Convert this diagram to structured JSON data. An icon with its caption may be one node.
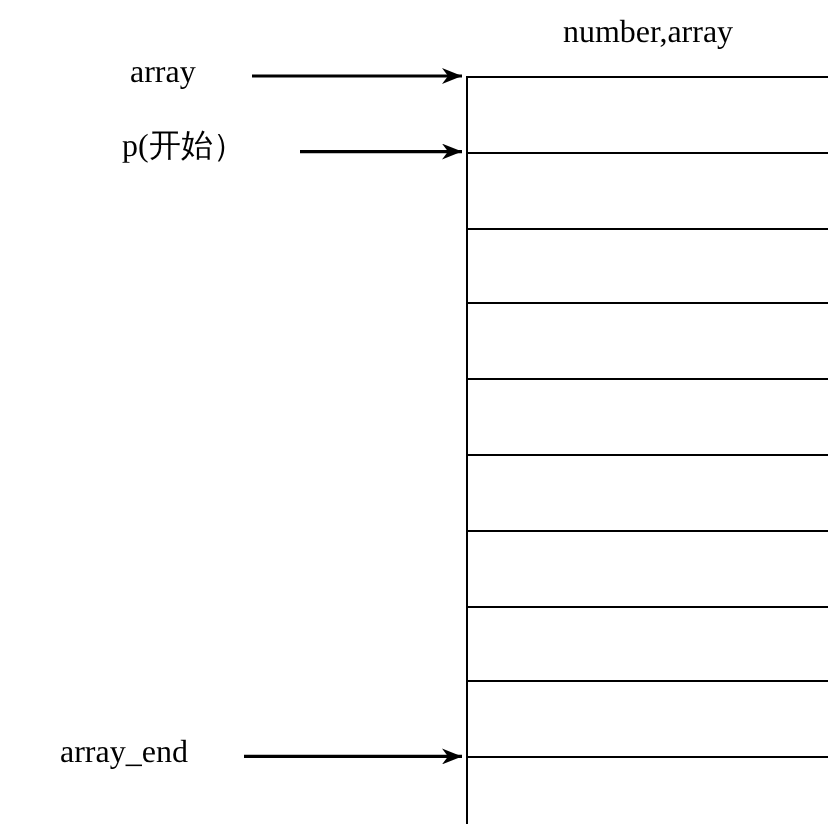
{
  "diagram": {
    "nodes": [
      {
        "text": [
          "array"
        ]
      },
      {
        "text": [
          "p(开始）"
        ]
      },
      {
        "text": [
          "array_end"
        ]
      },
      {
        "text": [
          "number,array"
        ]
      },
      {
        "text": [],
        "shape": "box",
        "in": 3
      },
      {
        "text": [],
        "shape": "box",
        "in": 3
      },
      {
        "text": [],
        "shape": "box",
        "in": 3
      },
      {
        "text": [],
        "shape": "box",
        "in": 3
      },
      {
        "text": [],
        "shape": "box",
        "in": 3
      },
      {
        "text": [],
        "shape": "box",
        "in": 3
      },
      {
        "text": [],
        "shape": "box",
        "in": 3
      },
      {
        "text": [],
        "shape": "box",
        "in": 3
      },
      {
        "text": [],
        "shape": "box",
        "in": 3
      },
      {
        "text": [],
        "shape": "box",
        "in": 3
      }
    ],
    "edges": [
      {
        "from": 0,
        "to": 4,
        "arrow": "to"
      },
      {
        "from": 1,
        "to": 5,
        "arrow": "to"
      },
      {
        "from": 2,
        "to": 13,
        "arrow": "to"
      }
    ]
  }
}
